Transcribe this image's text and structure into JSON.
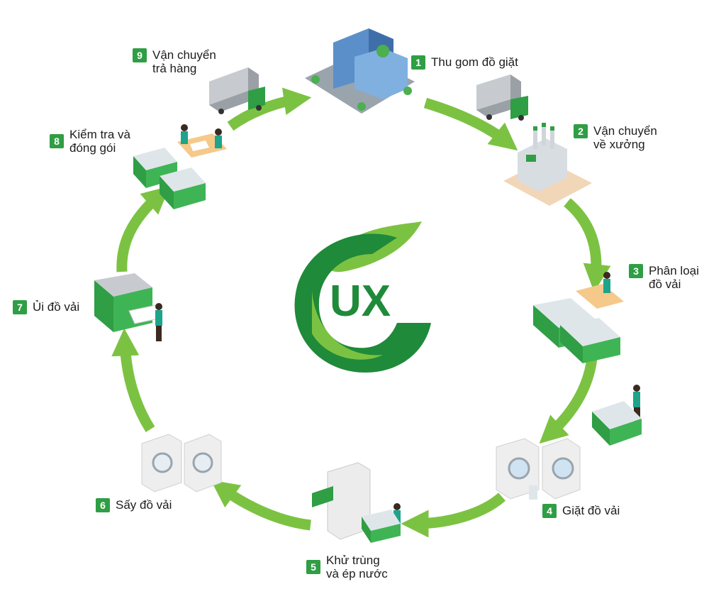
{
  "logo": {
    "text": "UX",
    "color_dark": "#1f8a3a",
    "color_light": "#7cc242"
  },
  "colors": {
    "arrow": "#7cc242",
    "badge": "#2f9e44",
    "cart": "#2f9e44",
    "text": "#1d1d1d"
  },
  "steps": [
    {
      "number": "1",
      "line1": "Thu gom đồ giặt",
      "line2": "",
      "icon": "office-building-icon"
    },
    {
      "number": "2",
      "line1": "Vận chuyển",
      "line2": "về xưởng",
      "icon": "factory-icon"
    },
    {
      "number": "3",
      "line1": "Phân loại",
      "line2": "đồ vải",
      "icon": "sorting-carts-icon"
    },
    {
      "number": "4",
      "line1": "Giặt đồ vải",
      "line2": "",
      "icon": "washing-machine-icon"
    },
    {
      "number": "5",
      "line1": "Khử trùng",
      "line2": "và ép nước",
      "icon": "extractor-icon"
    },
    {
      "number": "6",
      "line1": "Sấy đồ vải",
      "line2": "",
      "icon": "dryer-icon"
    },
    {
      "number": "7",
      "line1": "Ủi đồ vải",
      "line2": "",
      "icon": "ironer-icon"
    },
    {
      "number": "8",
      "line1": "Kiểm tra và",
      "line2": "đóng gói",
      "icon": "packing-icon"
    },
    {
      "number": "9",
      "line1": "Vận chuyển",
      "line2": "trả hàng",
      "icon": "delivery-truck-icon"
    }
  ]
}
